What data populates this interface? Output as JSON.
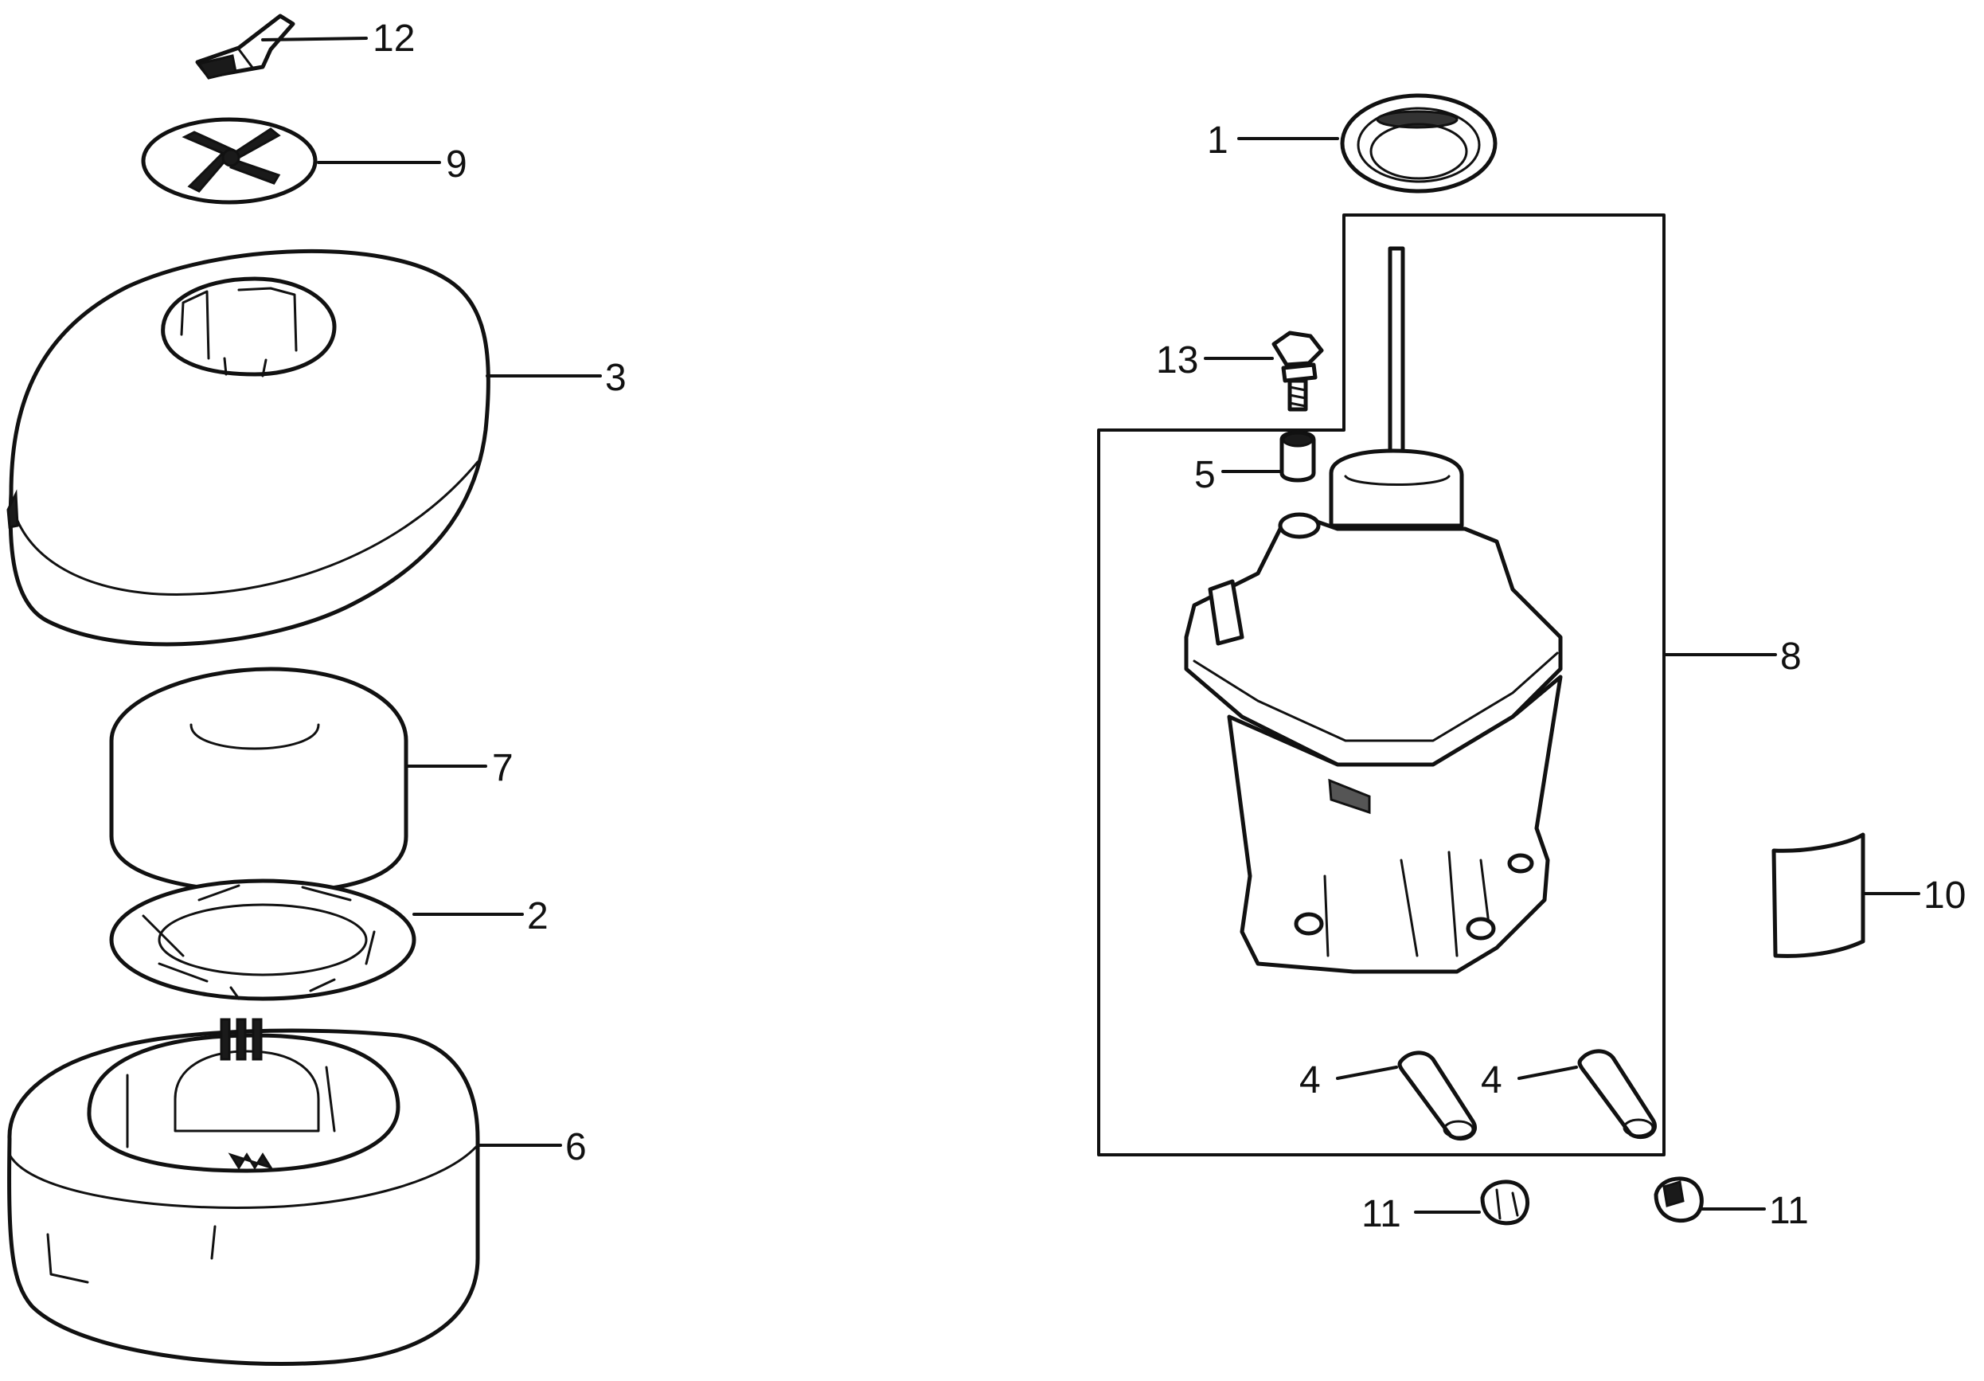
{
  "callouts": {
    "c1": "1",
    "c2": "2",
    "c3": "3",
    "c4a": "4",
    "c4b": "4",
    "c5": "5",
    "c6": "6",
    "c7": "7",
    "c8": "8",
    "c9": "9",
    "c10": "10",
    "c11a": "11",
    "c11b": "11",
    "c12": "12",
    "c13": "13"
  }
}
